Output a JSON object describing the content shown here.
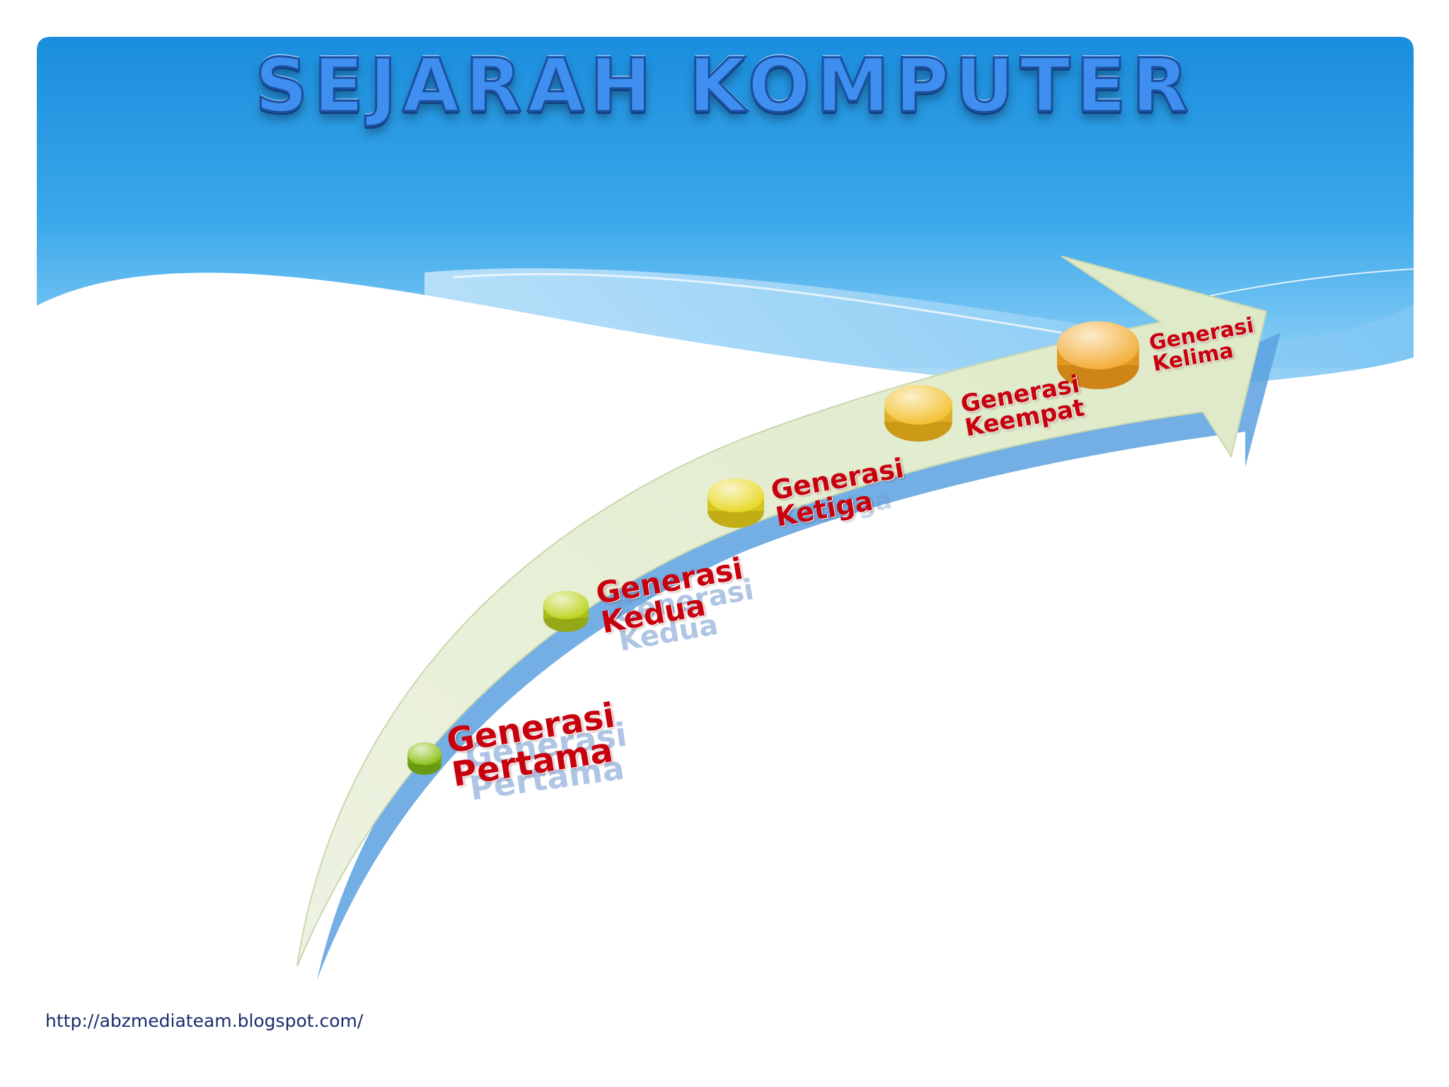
{
  "slide": {
    "title": "SEJARAH KOMPUTER",
    "footer_url": "http://abzmediateam.blogspot.com/"
  },
  "generations": [
    {
      "line1": "Generasi",
      "line2": "Pertama",
      "color": "#8fc21e"
    },
    {
      "line1": "Generasi",
      "line2": "Kedua",
      "color": "#bcd41f"
    },
    {
      "line1": "Generasi",
      "line2": "Ketiga",
      "color": "#e8d92a"
    },
    {
      "line1": "Generasi",
      "line2": "Keempat",
      "color": "#f2c233"
    },
    {
      "line1": "Generasi",
      "line2": "Kelima",
      "color": "#f3ae3a"
    }
  ],
  "colors": {
    "sky_top": "#1d90e0",
    "sky_bottom": "#7fc8f5",
    "arrow_fill": "#e3edcf",
    "arrow_shadow": "#5aa1df",
    "label_red": "#c8000e",
    "title_blue": "#3f8ff0"
  }
}
